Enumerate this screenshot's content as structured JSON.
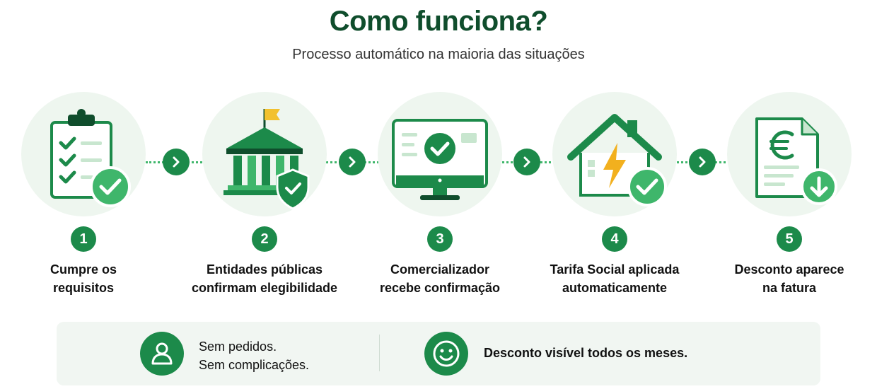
{
  "header": {
    "title": "Como funciona?",
    "subtitle": "Processo automático na maioria das situações"
  },
  "steps": [
    {
      "number": "1",
      "line1": "Cumpre os",
      "line2": "requisitos",
      "icon": "clipboard-checklist-icon"
    },
    {
      "number": "2",
      "line1": "Entidades públicas",
      "line2": "confirmam elegibilidade",
      "icon": "government-building-icon"
    },
    {
      "number": "3",
      "line1": "Comercializador",
      "line2": "recebe confirmação",
      "icon": "monitor-check-icon"
    },
    {
      "number": "4",
      "line1": "Tarifa Social aplicada",
      "line2": "automaticamente",
      "icon": "house-lightning-icon"
    },
    {
      "number": "5",
      "line1": "Desconto aparece",
      "line2": "na fatura",
      "icon": "euro-invoice-icon"
    }
  ],
  "footer": {
    "left_line1": "Sem pedidos.",
    "left_line2": "Sem complicações.",
    "right_text": "Desconto visível todos os meses.",
    "left_icon": "user-icon",
    "right_icon": "smiley-icon"
  },
  "colors": {
    "primary": "#1c8a4a",
    "bright": "#3fb66b",
    "dark_title": "#0f4d2c",
    "halo": "#eef6ef",
    "panel": "#f1f6f2",
    "light_green": "#9fd6ad",
    "flag": "#f2c12e",
    "bolt": "#f2b01e"
  }
}
